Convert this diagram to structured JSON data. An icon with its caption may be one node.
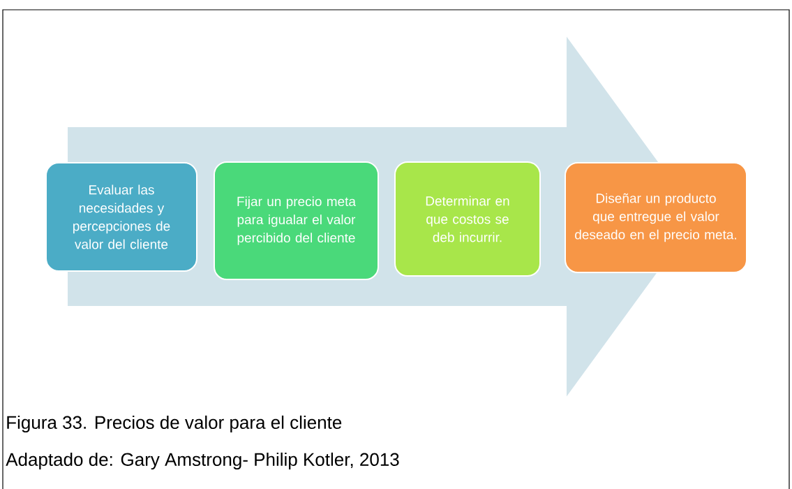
{
  "diagram": {
    "caption": "Figura 33. Precios de valor para el cliente",
    "nodes": [
      {
        "text": [
          "Evaluar las necesidades y percepciones de valor del cliente"
        ]
      },
      {
        "text": [
          "Fijar un precio meta para igualar el valor percibido del cliente"
        ]
      },
      {
        "text": [
          "Determinar en que costos se deb incurrir."
        ]
      },
      {
        "text": [
          "Diseñar un producto que entregue el valor deseado en el precio meta."
        ]
      }
    ],
    "edges": [
      {
        "from": 0,
        "to": 3,
        "arrow": "to",
        "style": "thick"
      }
    ],
    "labels": [
      "Adaptado de: Gary Amstrong- Philip Kotler, 2013"
    ]
  }
}
